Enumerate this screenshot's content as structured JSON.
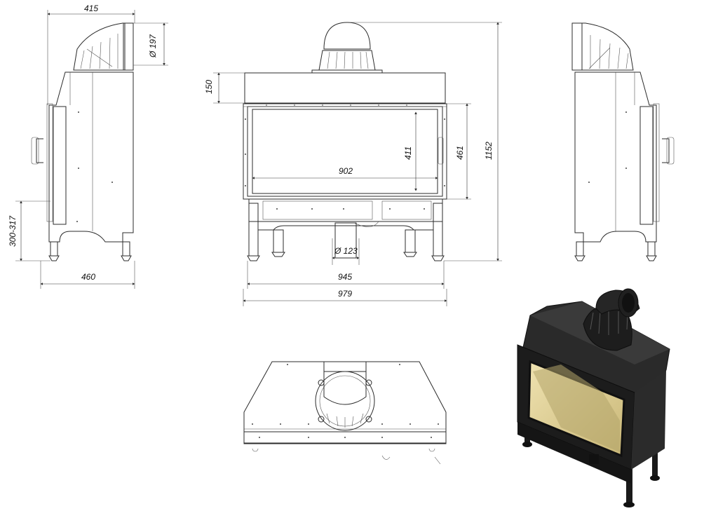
{
  "dimensions": {
    "side_depth_top": "415",
    "flue_diameter": "Ø 197",
    "side_depth_bottom": "460",
    "leg_height": "300-317",
    "top_panel_height": "150",
    "glass_width": "902",
    "glass_height": "411",
    "door_height": "461",
    "total_height": "1152",
    "bottom_outlet_diameter": "Ø 123",
    "width_inner": "945",
    "width_outer": "979"
  },
  "colors": {
    "line": "#2b2b2b",
    "render_body": "#1f1f1f",
    "render_glass": "#d9c98e"
  }
}
